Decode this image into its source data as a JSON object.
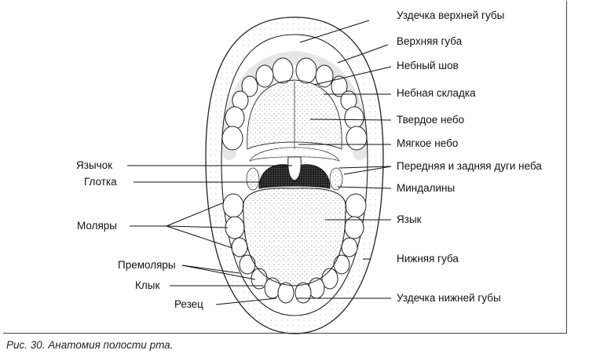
{
  "labels_right": {
    "upper_lip_frenulum": "Уздечка верхней губы",
    "upper_lip": "Верхняя губа",
    "palatine_suture": "Небный шов",
    "palatine_fold": "Небная складка",
    "hard_palate": "Твердое небо",
    "soft_palate": "Мягкое небо",
    "palatine_arches": "Передняя и задняя дуги неба",
    "tonsils": "Миндалины",
    "tongue": "Язык",
    "lower_lip": "Нижняя губа",
    "lower_lip_frenulum": "Уздечка нижней губы"
  },
  "labels_left": {
    "uvula": "Язычок",
    "pharynx": "Глотка",
    "molars": "Моляры",
    "premolars": "Премоляры",
    "canine": "Клык",
    "incisor": "Резец"
  },
  "caption": "Рис. 30. Анатомия полости рта."
}
